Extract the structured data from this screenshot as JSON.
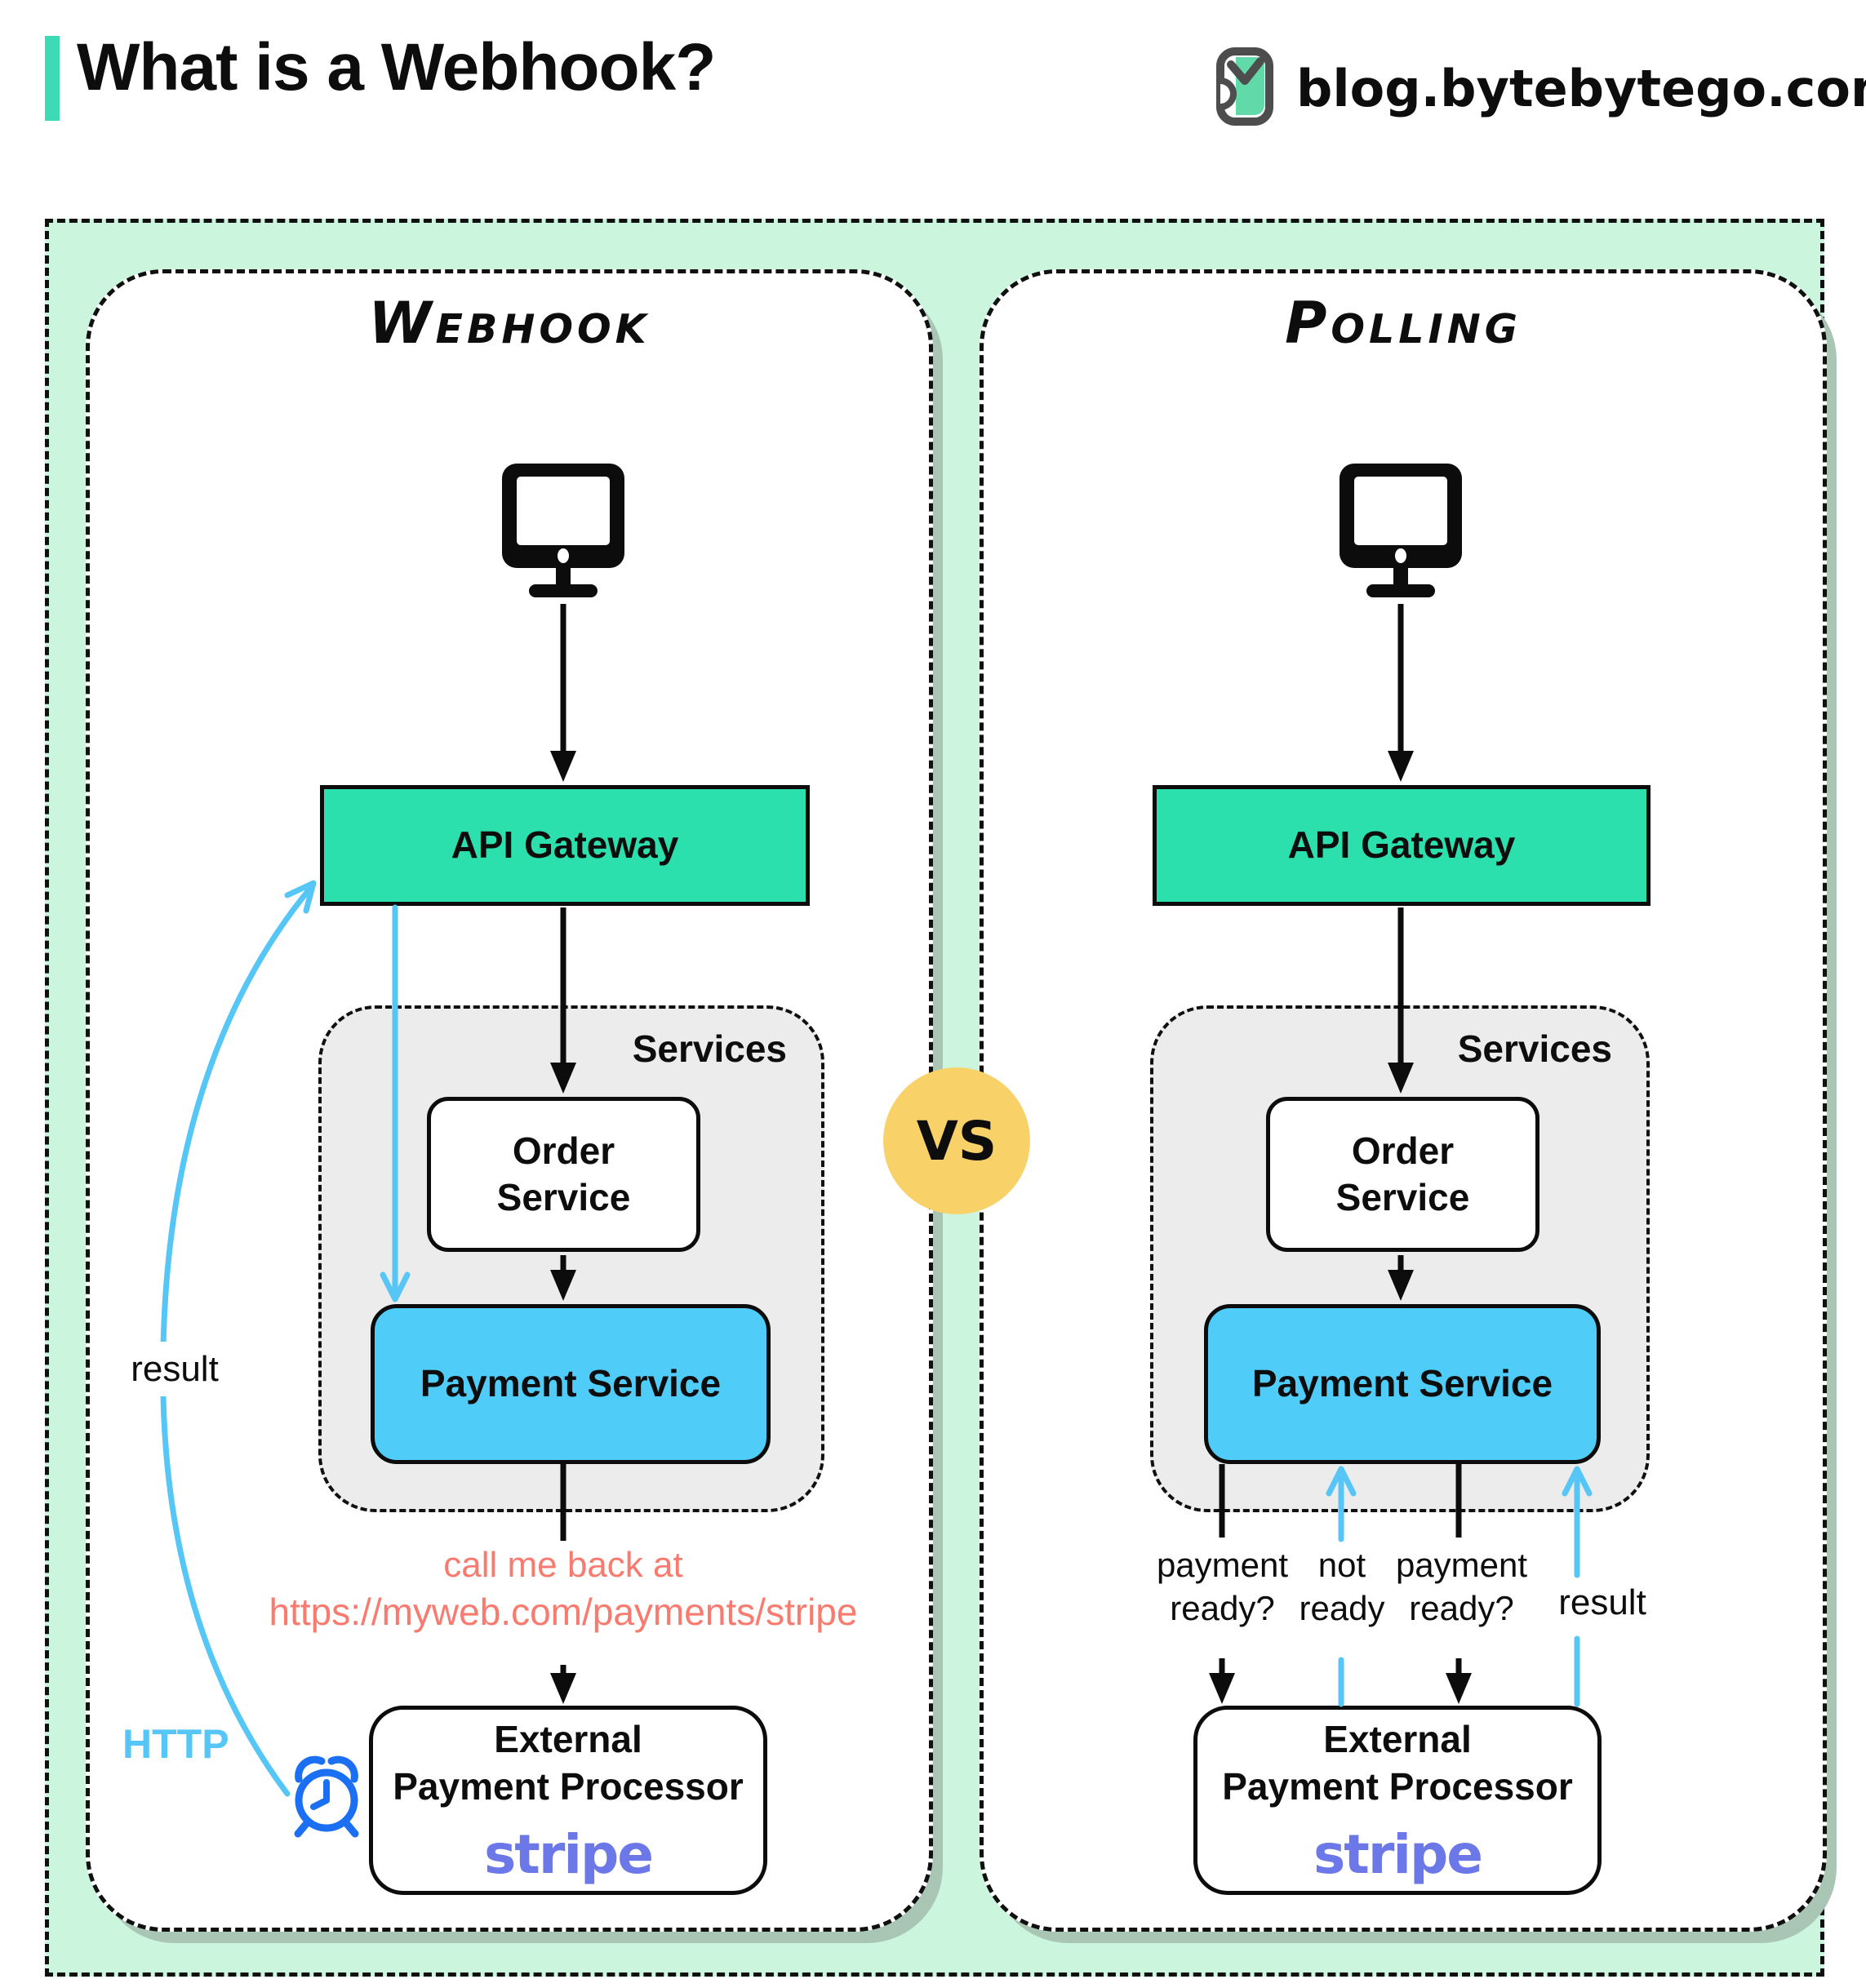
{
  "header": {
    "title": "What is a Webhook?",
    "site": "blog.bytebytego.com"
  },
  "versus": "VS",
  "webhook": {
    "title": "Webhook",
    "api_gateway": "API Gateway",
    "services": "Services",
    "order_service": "Order Service",
    "payment_service": "Payment Service",
    "note_line1": "call me back at",
    "note_line2": "https://myweb.com/payments/stripe",
    "external_line1": "External",
    "external_line2": "Payment Processor",
    "vendor": "stripe",
    "result_label": "result",
    "http_label": "HTTP"
  },
  "polling": {
    "title": "Polling",
    "api_gateway": "API Gateway",
    "services": "Services",
    "order_service": "Order Service",
    "payment_service": "Payment Service",
    "ask1": "payment ready?",
    "reply1": "not ready",
    "ask2": "payment ready?",
    "reply2": "result",
    "external_line1": "External",
    "external_line2": "Payment Processor",
    "vendor": "stripe"
  },
  "colors": {
    "accent": "#3ddbb5",
    "mint": "#ccf5dd",
    "teal": "#2be0ac",
    "bluebox": "#4fccf7",
    "arrowblue": "#56c6f7",
    "yellow": "#f9d169",
    "salmon": "#f97a6e",
    "stripe": "#6d78e8",
    "clock": "#1b6ff2"
  }
}
